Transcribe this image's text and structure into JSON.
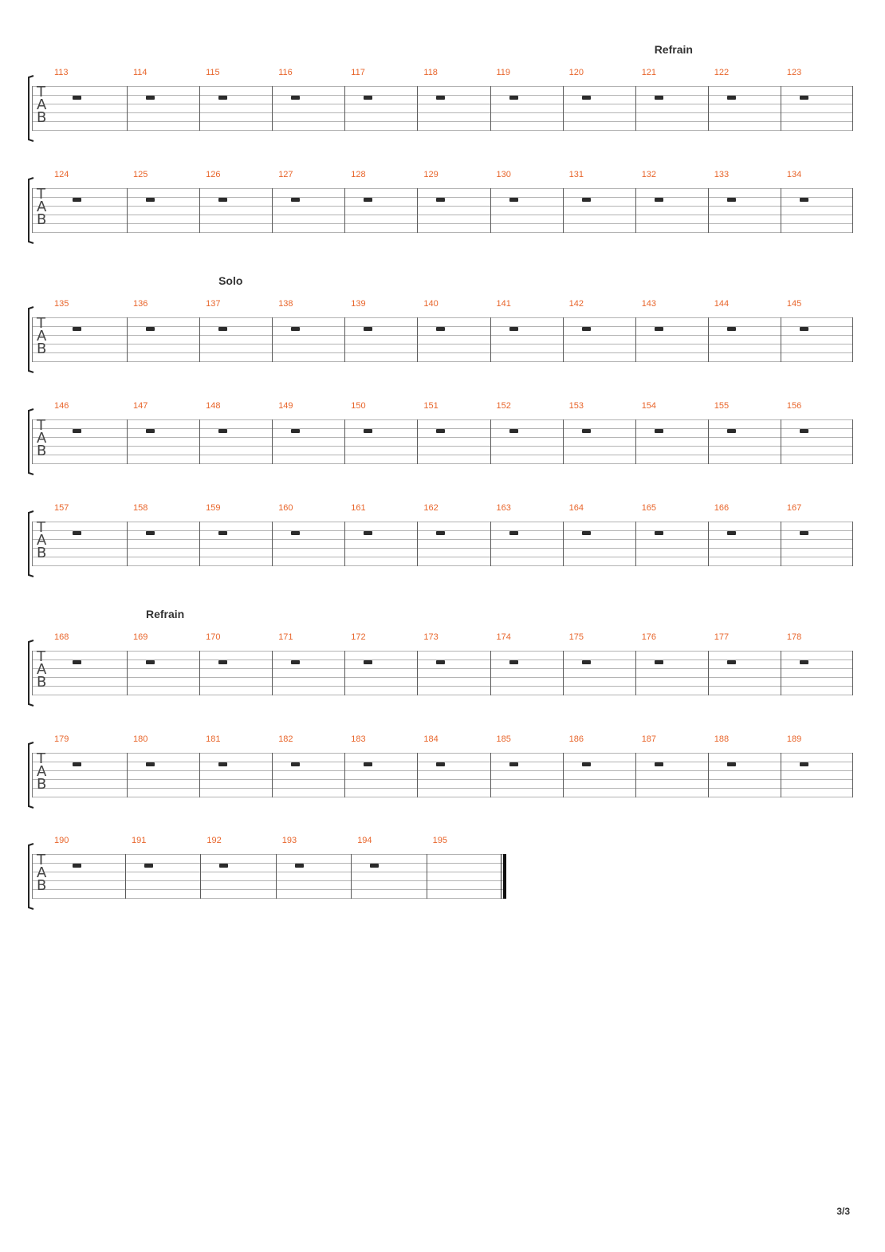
{
  "page": {
    "number": "3/3"
  },
  "tab_clef": [
    "T",
    "A",
    "B"
  ],
  "systems": [
    {
      "section": "Refrain",
      "section_after_measure": 121,
      "measures": [
        113,
        114,
        115,
        116,
        117,
        118,
        119,
        120,
        121,
        122,
        123
      ],
      "final": false
    },
    {
      "section": "",
      "measures": [
        124,
        125,
        126,
        127,
        128,
        129,
        130,
        131,
        132,
        133,
        134
      ],
      "final": false
    },
    {
      "section": "Solo",
      "section_after_measure": 137,
      "measures": [
        135,
        136,
        137,
        138,
        139,
        140,
        141,
        142,
        143,
        144,
        145
      ],
      "final": false
    },
    {
      "section": "",
      "measures": [
        146,
        147,
        148,
        149,
        150,
        151,
        152,
        153,
        154,
        155,
        156
      ],
      "final": false
    },
    {
      "section": "",
      "measures": [
        157,
        158,
        159,
        160,
        161,
        162,
        163,
        164,
        165,
        166,
        167
      ],
      "final": false
    },
    {
      "section": "Refrain",
      "section_after_measure": 169,
      "measures": [
        168,
        169,
        170,
        171,
        172,
        173,
        174,
        175,
        176,
        177,
        178
      ],
      "final": false
    },
    {
      "section": "",
      "measures": [
        179,
        180,
        181,
        182,
        183,
        184,
        185,
        186,
        187,
        188,
        189
      ],
      "final": false
    },
    {
      "section": "",
      "measures": [
        190,
        191,
        192,
        193,
        194,
        195
      ],
      "rests": [
        true,
        true,
        true,
        true,
        true,
        false
      ],
      "final": true
    }
  ],
  "colors": {
    "measure_number": "#e8652b",
    "staff_line": "#b3b3b3",
    "rest": "#2b2b2b"
  }
}
